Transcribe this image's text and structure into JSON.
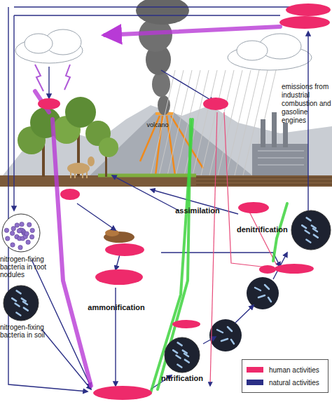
{
  "diagram": {
    "nodes": [
      {
        "text": [
          "nitrogen-fixing bacteria in root nodules"
        ]
      },
      {
        "text": [
          "nitrogen-fixing bacteria in soil"
        ]
      },
      {
        "text": [
          "denitrification"
        ]
      },
      {
        "text": [
          "nitrification"
        ]
      }
    ],
    "labels": [
      "emissions from industrial combustion and gasoline engines",
      "volcano",
      "assimilation",
      "ammonification"
    ],
    "legend": [
      {
        "text": "human activities",
        "color": "#ee2a6b"
      },
      {
        "text": "natural activities",
        "color": "#2b2f86"
      }
    ]
  }
}
